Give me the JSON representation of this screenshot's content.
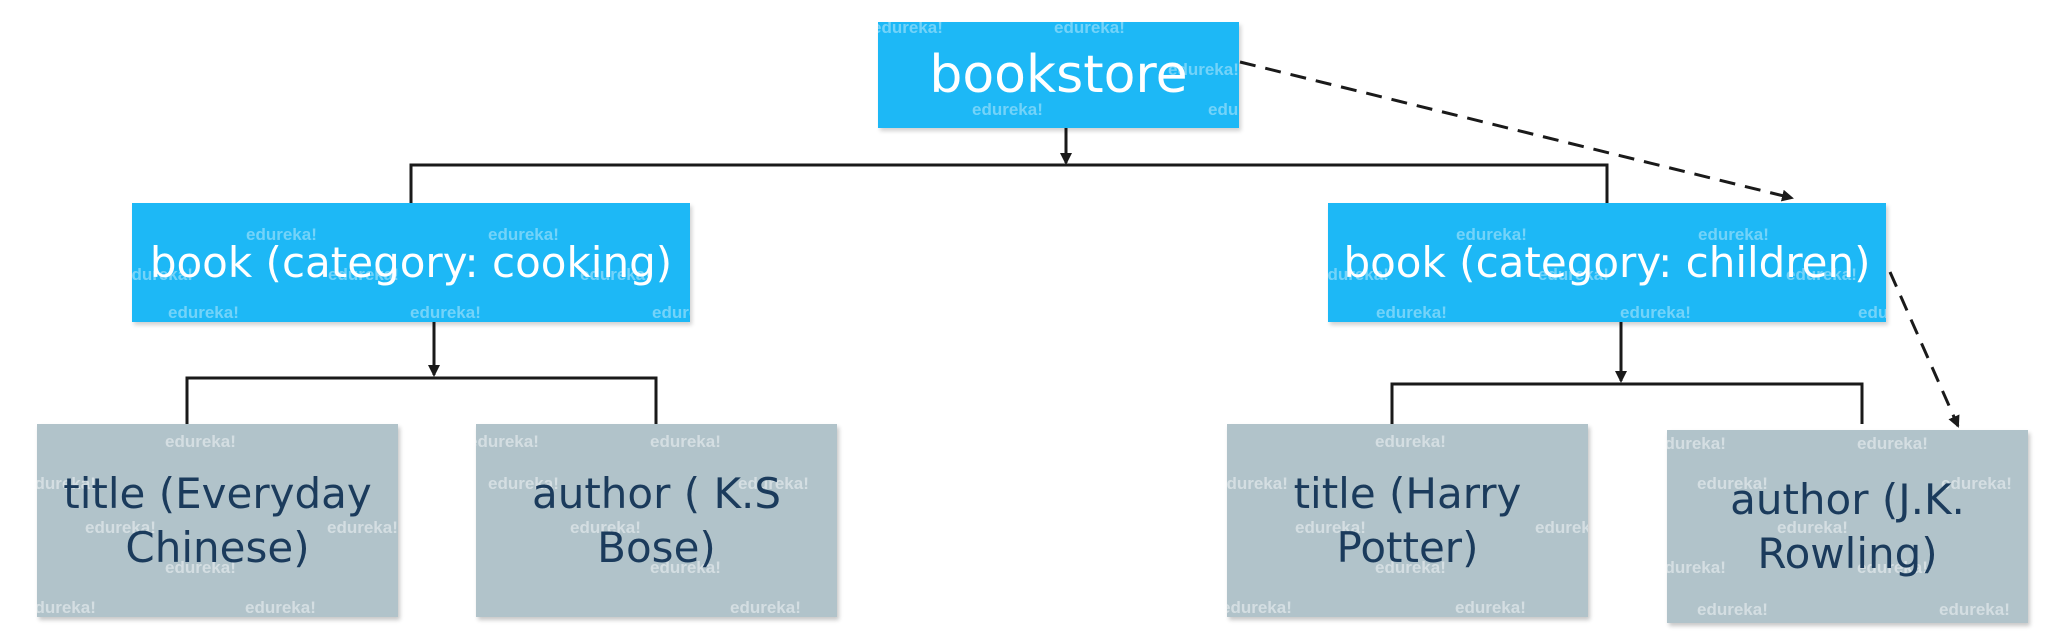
{
  "diagram": {
    "root": {
      "label": "bookstore"
    },
    "book_cooking": {
      "label": "book (category: cooking)"
    },
    "book_children": {
      "label": "book (category: children)"
    },
    "title_cooking": {
      "label": "title (Everyday\nChinese)"
    },
    "author_cooking": {
      "label": "author ( K.S\nBose)"
    },
    "title_children": {
      "label": "title (Harry\nPotter)"
    },
    "author_children": {
      "label": "author (J.K.\nRowling)"
    }
  },
  "watermark": {
    "text": "edureka!"
  },
  "colors": {
    "primary_box": "#1db8f6",
    "secondary_box": "#b1c3ca",
    "secondary_text": "#1b3b5c",
    "connector": "#1a1a1a"
  }
}
